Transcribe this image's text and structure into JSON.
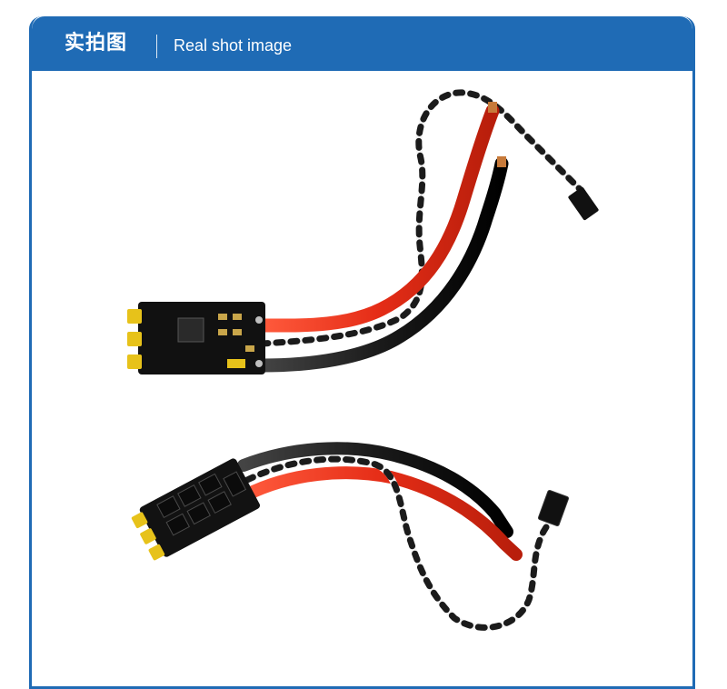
{
  "header": {
    "title_cn": "实拍图",
    "title_en": "Real shot image"
  },
  "image": {
    "subject": "two-esc-boards-with-wires"
  },
  "colors": {
    "accent": "#1f6bb5",
    "background": "#ffffff",
    "wire_red": "#e8301c",
    "wire_black": "#1b1b1b",
    "pcb": "#111111",
    "pad_gold": "#e7c21a"
  }
}
